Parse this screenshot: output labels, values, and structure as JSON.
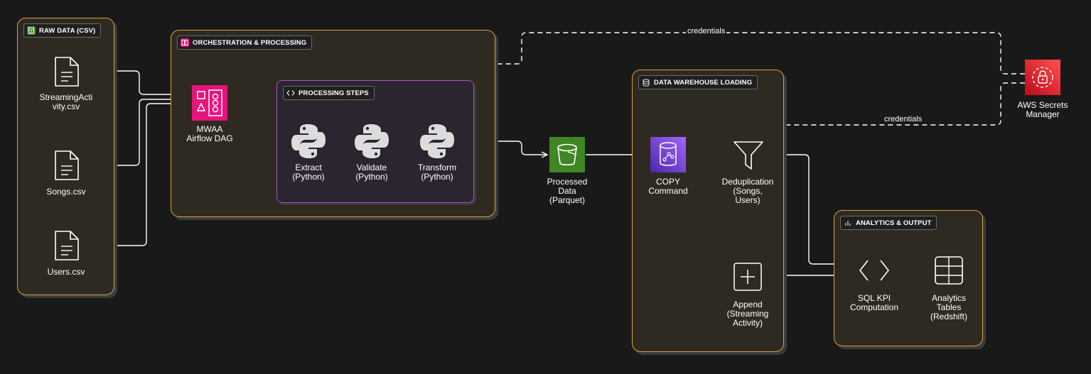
{
  "groups": {
    "raw_data": "RAW DATA (CSV)",
    "orchestration": "ORCHESTRATION & PROCESSING",
    "processing_steps": "PROCESSING STEPS",
    "warehouse": "DATA WAREHOUSE LOADING",
    "analytics": "ANALYTICS & OUTPUT"
  },
  "nodes": {
    "streaming_csv": "StreamingActi\nvity.csv",
    "songs_csv": "Songs.csv",
    "users_csv": "Users.csv",
    "mwaa": "MWAA\nAirflow DAG",
    "extract": "Extract\n(Python)",
    "validate": "Validate\n(Python)",
    "transform": "Transform\n(Python)",
    "processed_data": "Processed\nData\n(Parquet)",
    "copy": "COPY\nCommand",
    "dedup": "Deduplication\n(Songs,\nUsers)",
    "append": "Append\n(Streaming\nActivity)",
    "sql_kpi": "SQL KPI\nComputation",
    "analytics_tables": "Analytics\nTables\n(Redshift)",
    "secrets": "AWS Secrets\nManager"
  },
  "edge_labels": {
    "credentials_top": "credentials",
    "credentials_bottom": "credentials"
  },
  "colors": {
    "background": "#1a1919",
    "group_border": "#d9a23b",
    "inner_group_border": "#b44fc7",
    "mwaa": "#e7157b",
    "s3": "#3f8624",
    "redshift": "#8c4fff",
    "secrets": "#dd344c",
    "edge": "#ffffff"
  },
  "icons": {
    "raw_data": "spreadsheet-icon",
    "orchestration": "mwaa-icon",
    "processing_steps": "code-brackets-icon",
    "warehouse": "database-icon",
    "analytics": "bar-chart-icon",
    "file": "document-icon",
    "python": "python-icon",
    "s3": "s3-bucket-icon",
    "redshift": "redshift-icon",
    "filter": "filter-icon",
    "plus": "plus-icon",
    "code": "code-brackets-icon",
    "table": "table-icon",
    "secrets": "secrets-manager-icon"
  }
}
